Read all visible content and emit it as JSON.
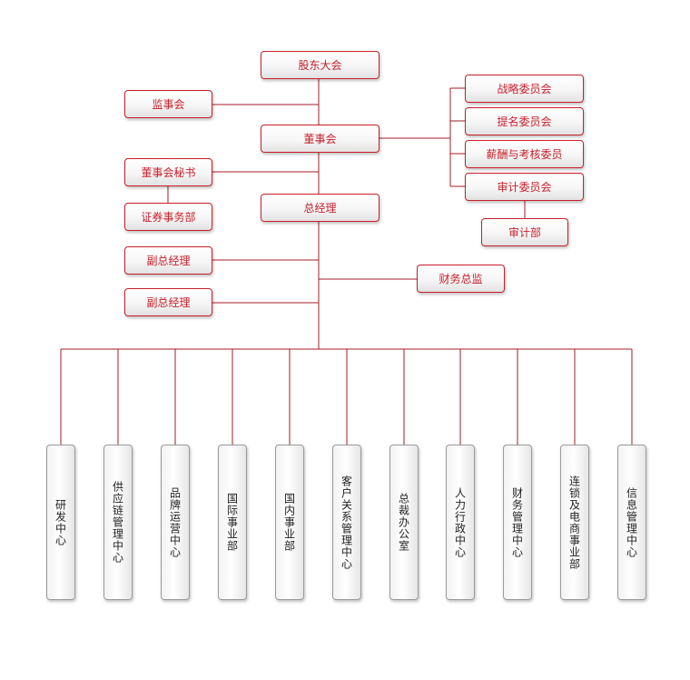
{
  "colors": {
    "line": "#a51c24",
    "node_border": "#c8202c",
    "node_text": "#c8202c",
    "dept_border": "#9a9a9a",
    "dept_text": "#222222"
  },
  "nodes": {
    "shareholders": "股东大会",
    "supervisory_board": "监事会",
    "board": "董事会",
    "board_secretary": "董事会秘书",
    "securities_dept": "证券事务部",
    "general_manager": "总经理",
    "deputy_gm_1": "副总经理",
    "deputy_gm_2": "副总经理",
    "cfo": "财务总监",
    "strategy_committee": "战略委员会",
    "nomination_committee": "提名委员会",
    "compensation_committee": "薪酬与考核委员",
    "audit_committee": "审计委员会",
    "audit_dept": "审计部"
  },
  "departments": [
    "研发中心",
    "供应链管理中心",
    "品牌运营中心",
    "国际事业部",
    "国内事业部",
    "客户关系管理中心",
    "总裁办公室",
    "人力行政中心",
    "财务管理中心",
    "连锁及电商事业部",
    "信息管理中心"
  ]
}
